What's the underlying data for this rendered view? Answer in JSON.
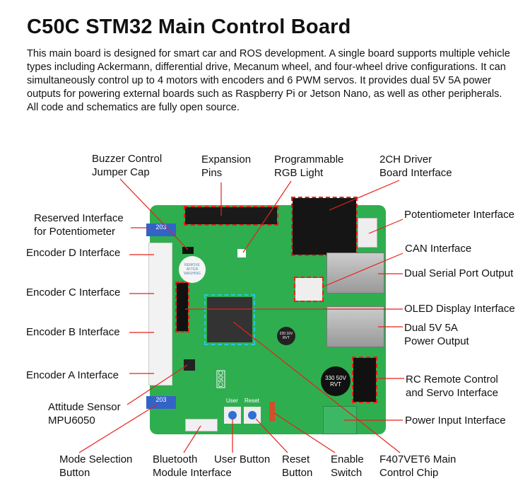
{
  "title": "C50C STM32 Main Control Board",
  "description": "This main board is designed for smart car and ROS development. A single board supports multiple vehicle types including Ackermann, differential drive, Mecanum wheel, and four-wheel drive configurations. It can simultaneously control up to 4 motors with encoders and 6 PWM servos. It provides dual 5V 5A power outputs for powering external boards such as Raspberry Pi or Jetson Nano, as well as other peripherals. All code and schematics are fully open source.",
  "labels": {
    "buzzer": [
      "Buzzer Control",
      "Jumper Cap"
    ],
    "expansion": [
      "Expansion",
      "Pins"
    ],
    "rgb": [
      "Programmable",
      "RGB Light"
    ],
    "driver": [
      "2CH Driver",
      "Board Interface"
    ],
    "reserved_pot": [
      "Reserved Interface",
      "for Potentiometer"
    ],
    "pot": "Potentiometer Interface",
    "enc_d": "Encoder D Interface",
    "can": "CAN Interface",
    "serial": "Dual Serial Port Output",
    "enc_c": "Encoder C Interface",
    "oled": "OLED Display Interface",
    "power_out": [
      "Dual 5V 5A",
      "Power Output"
    ],
    "enc_b": "Encoder B Interface",
    "enc_a": "Encoder A Interface",
    "rc": [
      "RC Remote Control",
      "and Servo Interface"
    ],
    "imu": [
      "Attitude Sensor",
      "MPU6050"
    ],
    "power_in": "Power Input Interface",
    "mode": [
      "Mode Selection",
      "Button"
    ],
    "bt": [
      "Bluetooth",
      "Module Interface"
    ],
    "user": "User Button",
    "reset": [
      "Reset",
      "Button"
    ],
    "enable": [
      "Enable",
      "Switch"
    ],
    "mcu": [
      "F407VET6 Main",
      "Control Chip"
    ]
  },
  "board_silk": {
    "model": "C50C",
    "user": "User",
    "reset": "Reset",
    "buzzer": "REMOVE AFTER WASHING",
    "cap1": "330 50V RVT",
    "cap2": "220 16V RVT",
    "pot": "203"
  },
  "colors": {
    "board": "#2fae4f",
    "leader": "#e8201a",
    "highlight": "#e8201a"
  }
}
